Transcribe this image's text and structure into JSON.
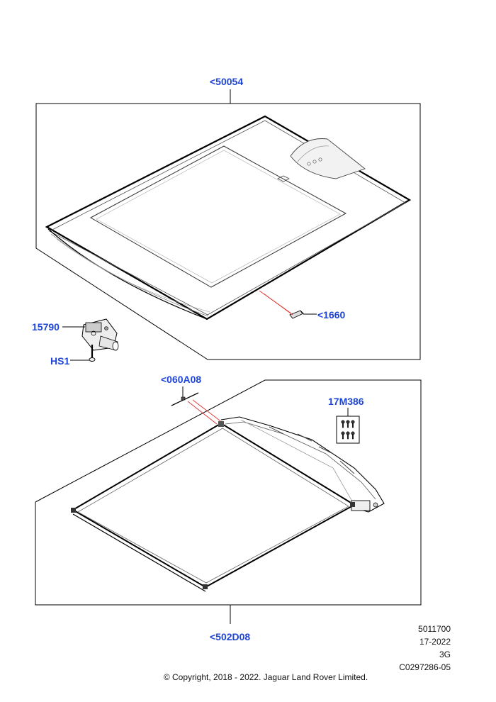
{
  "callouts": {
    "roof_panel": "<50054",
    "bracket": "<1660",
    "motor": "15790",
    "screw": "HS1",
    "cable": "<060A08",
    "bolt_kit": "17M386",
    "blind_frame": "<502D08"
  },
  "info": {
    "line1": "5011700",
    "line2": "17-2022",
    "line3": "3G",
    "line4": "C0297286-05"
  },
  "copyright": "© Copyright, 2018 - 2022. Jaguar Land Rover Limited.",
  "colors": {
    "callout": "#1f45d6",
    "leader": "#000000",
    "red_leader": "#e0322f"
  }
}
